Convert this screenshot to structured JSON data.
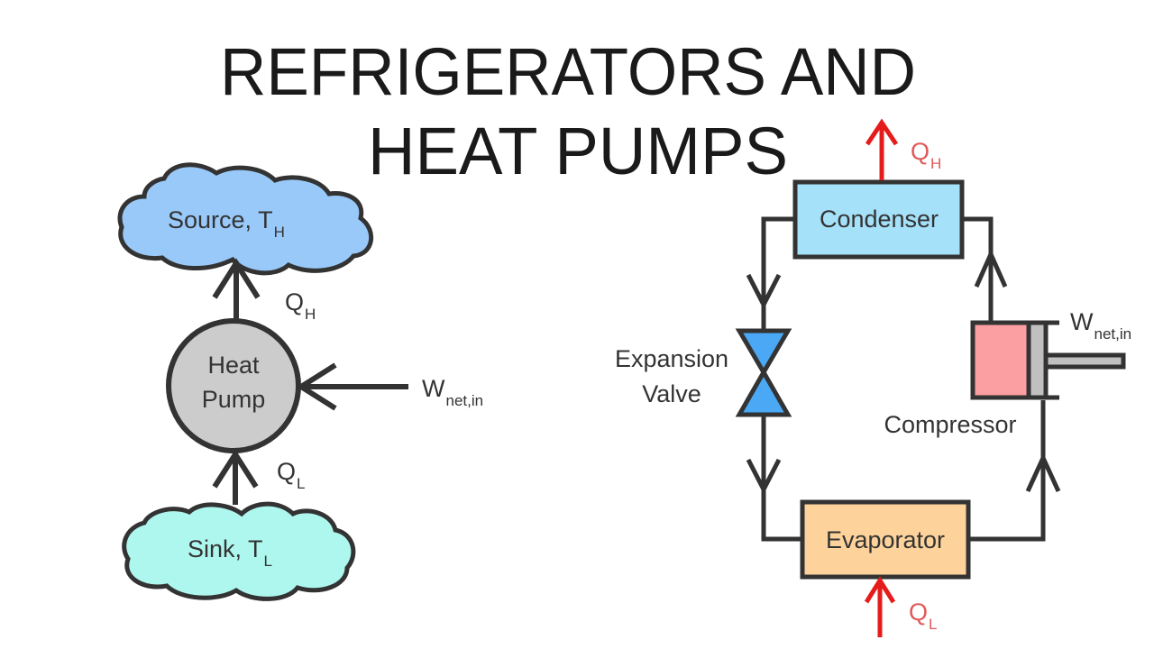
{
  "title": {
    "line1": "REFRIGERATORS AND",
    "line2": "HEAT PUMPS"
  },
  "colors": {
    "source_cloud": "#99c9f9",
    "sink_cloud": "#aef7ef",
    "heat_pump": "#cccccc",
    "condenser": "#a6e1fa",
    "evaporator": "#fdd39b",
    "compressor_cylinder": "#fc9fa2",
    "compressor_piston": "#c0c0c0",
    "valve": "#4aa8f5",
    "heat_flow_arrow": "#e41c1c",
    "line": "#333333"
  },
  "left_diagram": {
    "source": {
      "label": "Source, T",
      "subscript": "H"
    },
    "heat_pump": {
      "line1": "Heat",
      "line2": "Pump"
    },
    "sink": {
      "label": "Sink, T",
      "subscript": "L"
    },
    "q_high": {
      "label": "Q",
      "subscript": "H"
    },
    "q_low": {
      "label": "Q",
      "subscript": "L"
    },
    "work": {
      "label": "W",
      "subscript": "net,in"
    }
  },
  "right_diagram": {
    "condenser": {
      "label": "Condenser"
    },
    "evaporator": {
      "label": "Evaporator"
    },
    "compressor": {
      "label": "Compressor"
    },
    "expansion_valve": {
      "line1": "Expansion",
      "line2": "Valve"
    },
    "q_high": {
      "label": "Q",
      "subscript": "H"
    },
    "q_low": {
      "label": "Q",
      "subscript": "L"
    },
    "work": {
      "label": "W",
      "subscript": "net,in"
    }
  }
}
